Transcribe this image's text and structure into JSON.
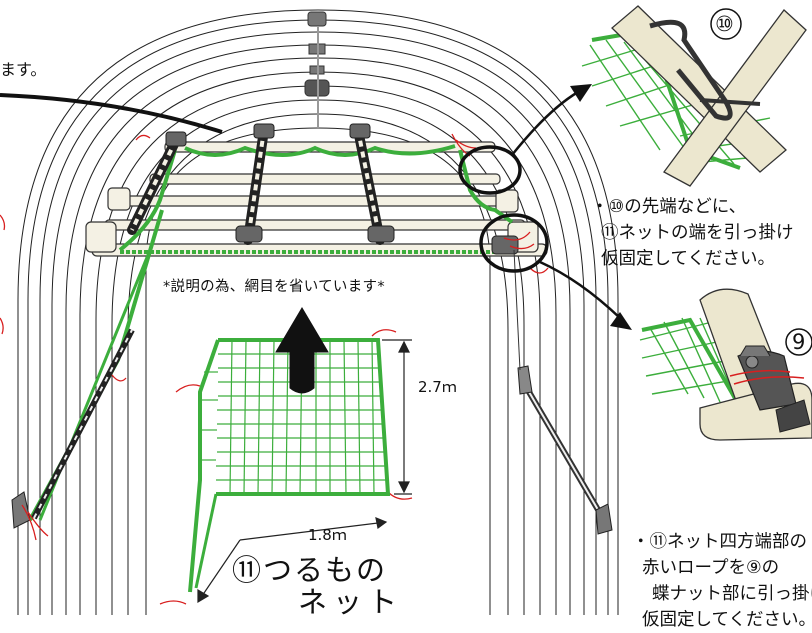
{
  "labels": {
    "top_cut": "ます。",
    "note": "*説明の為、網目を省いています*",
    "dim_height": "2.7ｍ",
    "dim_width": "1.8ｍ",
    "net_name_1": "⑪つるもの",
    "net_name_2": "ネット",
    "badge_10": "⑩",
    "badge_9": "9"
  },
  "callout_upper": {
    "line1": "・⑩の先端などに、",
    "line2": "⑪ネットの端を引っ掛け",
    "line3": "仮固定してください。"
  },
  "callout_lower": {
    "line1": "・⑪ネット四方端部の",
    "line2": "赤いロープを⑨の",
    "line3": "蝶ナット部に引っ掛け",
    "line4": "仮固定してください。"
  },
  "colors": {
    "net_green": "#3cae3c",
    "rope_red": "#d81f1f",
    "pipe_fill": "#f4f1e4",
    "clip_dark": "#3c3c3c",
    "arrow": "#111111"
  }
}
